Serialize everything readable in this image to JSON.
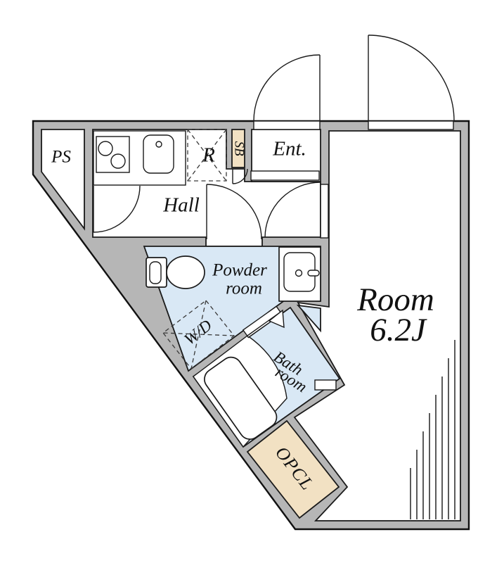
{
  "floorplan": {
    "type": "apartment-floor-plan",
    "rooms": {
      "ps": {
        "label": "PS"
      },
      "r_closet": {
        "label": "R"
      },
      "shoe_box": {
        "label": "SB"
      },
      "entrance": {
        "label": "Ent."
      },
      "hall": {
        "label": "Hall"
      },
      "powder_room": {
        "label_line1": "Powder",
        "label_line2": "room"
      },
      "washer_dryer": {
        "label": "W/D"
      },
      "bath_room": {
        "label_line1": "Bath",
        "label_line2": "room"
      },
      "main_room": {
        "label_line1": "Room",
        "label_line2": "6.2J"
      },
      "opcl": {
        "label": "OPCL"
      }
    },
    "colors": {
      "wall_gray": "#b6b6b6",
      "wet_area_blue": "#d9e8f5",
      "storage_tan": "#f2e1c3",
      "outline_black": "#1a1a1a",
      "hatch_gray": "#5a5a5a",
      "background": "#ffffff"
    },
    "icons": [
      "stove-icon",
      "sink-icon",
      "toilet-icon",
      "washbasin-icon",
      "bathtub-icon",
      "door-arc-icon",
      "folding-door-icon"
    ]
  }
}
